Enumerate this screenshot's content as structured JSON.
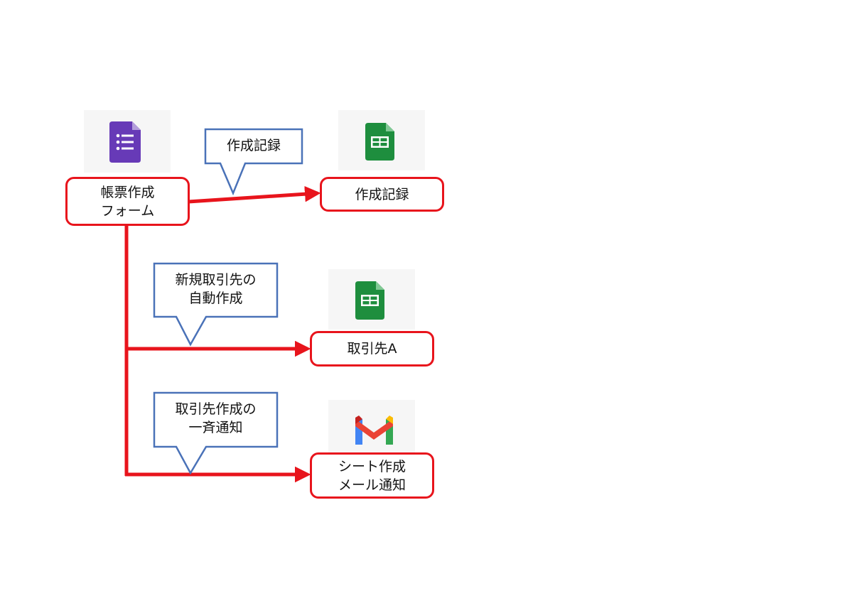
{
  "nodes": {
    "form": {
      "line1": "帳票作成",
      "line2": "フォーム",
      "icon": "google-forms-icon"
    },
    "record": {
      "label": "作成記録",
      "icon": "google-sheets-icon"
    },
    "client": {
      "label": "取引先A",
      "icon": "google-sheets-icon"
    },
    "mail": {
      "line1": "シート作成",
      "line2": "メール通知",
      "icon": "gmail-icon"
    }
  },
  "callouts": {
    "record": {
      "line1": "作成記録"
    },
    "client": {
      "line1": "新規取引先の",
      "line2": "自動作成"
    },
    "mail": {
      "line1": "取引先作成の",
      "line2": "一斉通知"
    }
  },
  "colors": {
    "connector": "#e8141c",
    "callout_border": "#4a72b8",
    "forms_purple": "#673ab7",
    "sheets_green": "#1e8e3e"
  }
}
